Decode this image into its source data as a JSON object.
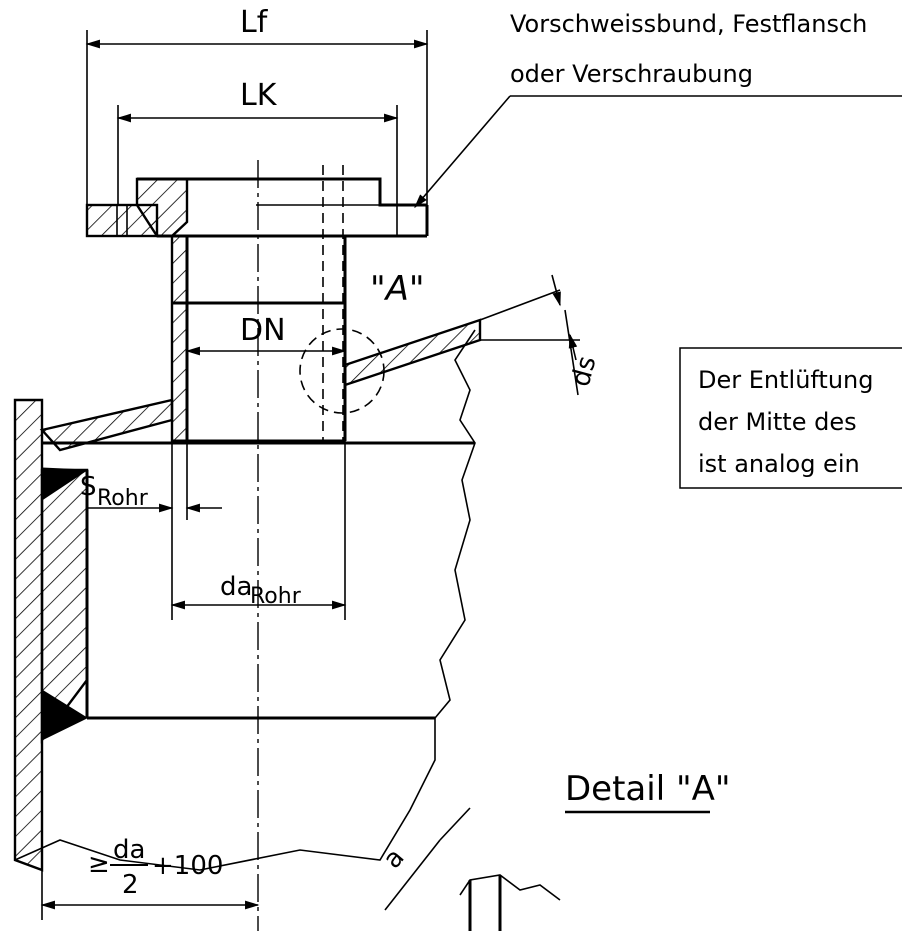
{
  "labels": {
    "flange_diameter": "Lf",
    "bolt_circle": "LK",
    "nominal_diameter": "DN",
    "detail_marker": "\"A\"",
    "wall_thickness_vessel": "ds",
    "pipe_wall_s": "S",
    "pipe_wall_sub": "Rohr",
    "pipe_outer_da": "da",
    "pipe_outer_sub": "Rohr",
    "offset_ge": "≥",
    "offset_num": "da",
    "offset_den": "2",
    "offset_plus": "+100",
    "detail_a": "a"
  },
  "callout": {
    "line1": "Vorschweissbund,  Festflansch",
    "line2": "oder  Verschraubung"
  },
  "note": {
    "line1": "Der  Entlüftung",
    "line2": "der  Mitte  des",
    "line3": "ist  analog  ein"
  },
  "detail_title": "Detail  \"A\""
}
